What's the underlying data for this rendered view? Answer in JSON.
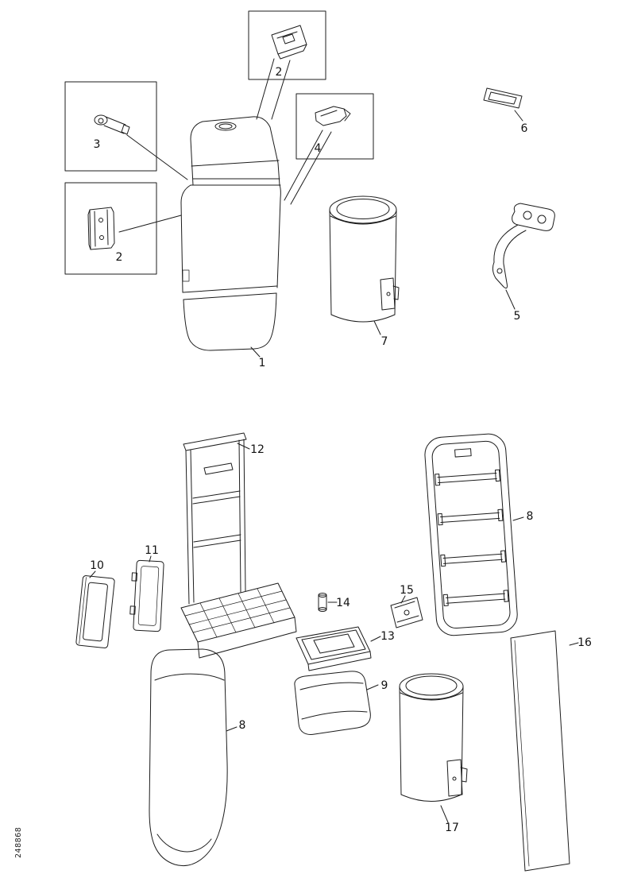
{
  "figure": {
    "type": "exploded-parts-diagram",
    "drawing_number": "248868",
    "background_color": "#ffffff",
    "line_color": "#1c1c1c"
  },
  "callouts": [
    {
      "part_number": "2",
      "location": "top-inset-box"
    },
    {
      "part_number": "3",
      "location": "upper-left-inset-box"
    },
    {
      "part_number": "2",
      "location": "lower-left-inset-box"
    },
    {
      "part_number": "4",
      "location": "right-inset-box"
    },
    {
      "part_number": "6",
      "location": "top-right-plate"
    },
    {
      "part_number": "5",
      "location": "strap-with-hook"
    },
    {
      "part_number": "7",
      "location": "upper-cylinder"
    },
    {
      "part_number": "1",
      "location": "main-container"
    },
    {
      "part_number": "12",
      "location": "support-frame"
    },
    {
      "part_number": "8",
      "location": "right-panel"
    },
    {
      "part_number": "11",
      "location": "mounting-plate"
    },
    {
      "part_number": "10",
      "location": "open-frame"
    },
    {
      "part_number": "14",
      "location": "pin"
    },
    {
      "part_number": "15",
      "location": "small-bracket"
    },
    {
      "part_number": "13",
      "location": "tray"
    },
    {
      "part_number": "9",
      "location": "holder-bracket"
    },
    {
      "part_number": "8",
      "location": "left-cushion-panel"
    },
    {
      "part_number": "16",
      "location": "hatched-mat"
    },
    {
      "part_number": "17",
      "location": "lower-cylinder"
    }
  ]
}
